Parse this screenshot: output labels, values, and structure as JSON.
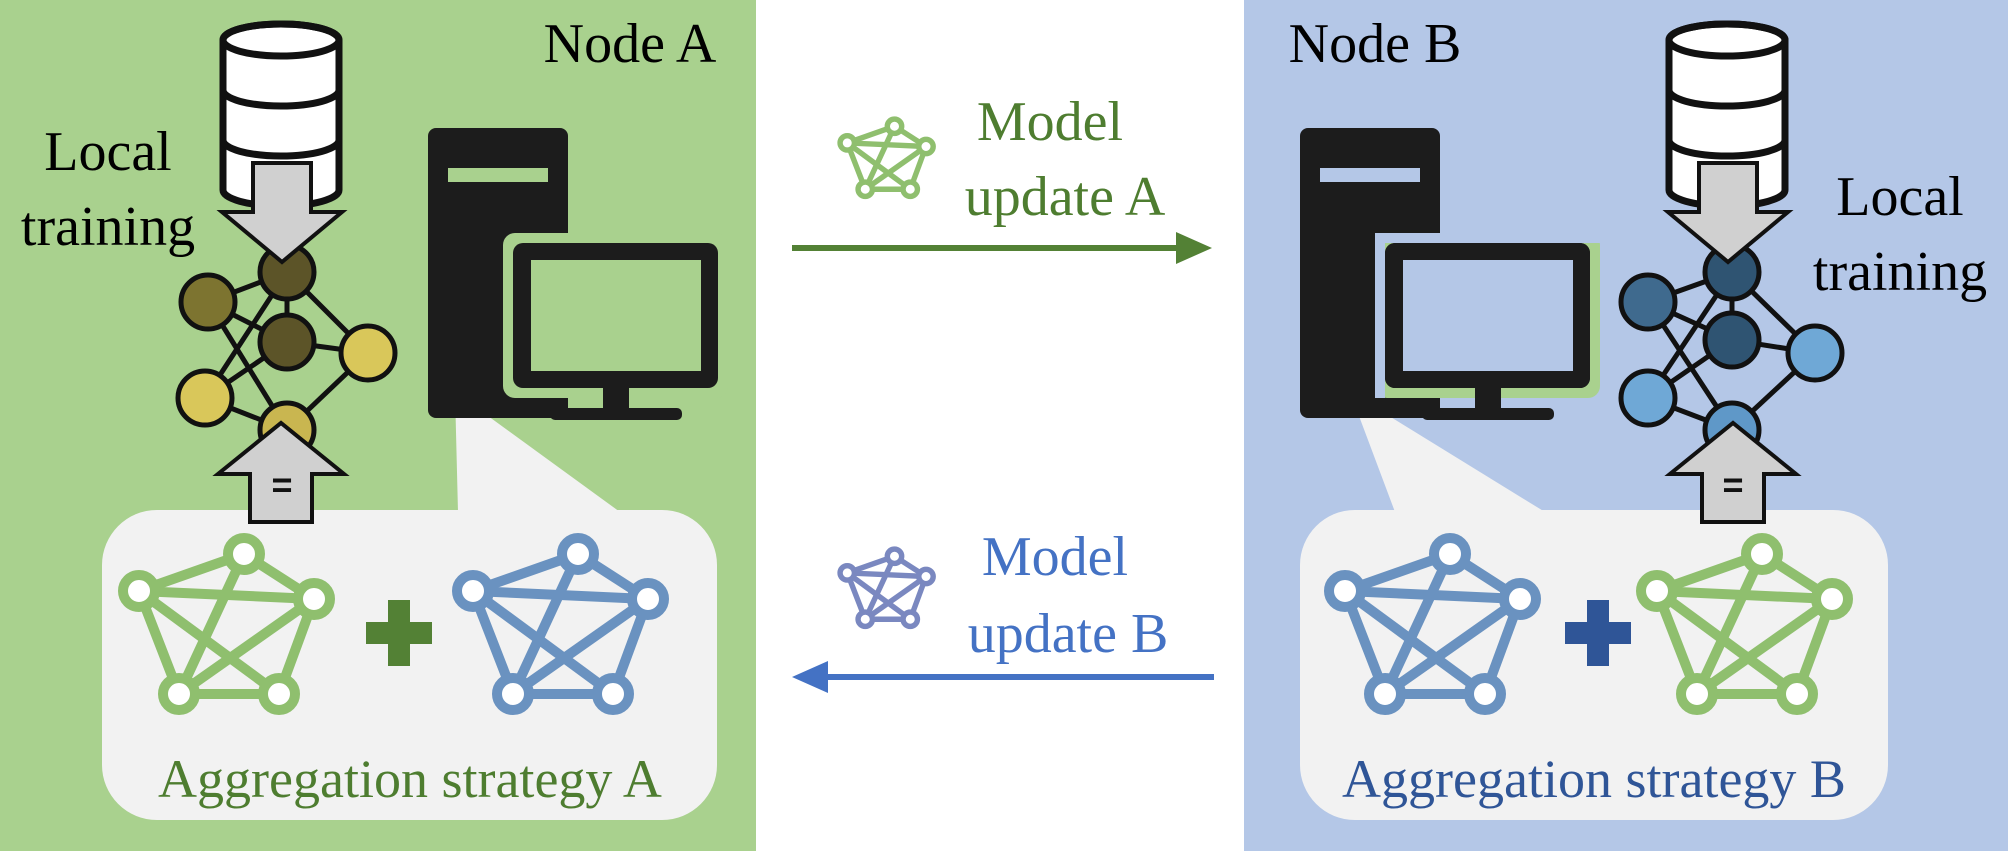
{
  "node_a": {
    "title": "Node A",
    "local_training_line1": "Local",
    "local_training_line2": "training",
    "aggregation_label": "Aggregation strategy A",
    "equals_symbol": "="
  },
  "node_b": {
    "title": "Node B",
    "local_training_line1": "Local",
    "local_training_line2": "training",
    "aggregation_label": "Aggregation strategy B",
    "equals_symbol": "="
  },
  "exchange": {
    "update_a_line1": "Model",
    "update_a_line2": "update A",
    "update_b_line1": "Model",
    "update_b_line2": "update B"
  },
  "colors": {
    "node_a_bg": "#a9d18e",
    "node_b_bg": "#b4c7e7",
    "green_text": "#4e7d30",
    "blue_text": "#2f5597",
    "green_arrow": "#538135",
    "blue_arrow": "#4472c4",
    "green_model": "#8fbf6e",
    "blue_model": "#6a92c0"
  }
}
